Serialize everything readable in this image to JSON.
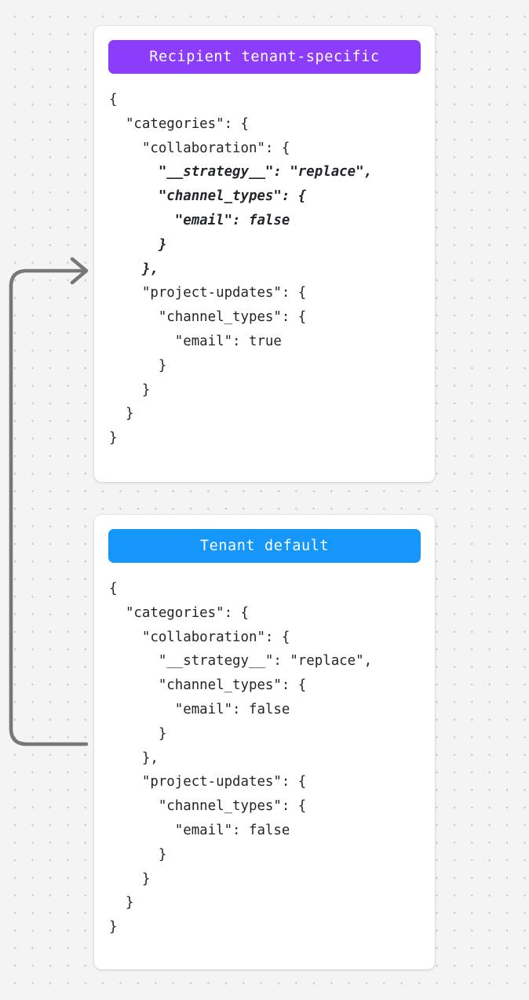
{
  "page": {
    "background_color": "#f4f4f4",
    "dot_color": "#c9c9c9"
  },
  "connector": {
    "name": "fallback-arrow",
    "color": "#777777",
    "direction": "points-right-into-recipient-card",
    "from": "Tenant default",
    "to": "Recipient tenant-specific"
  },
  "cards": [
    {
      "id": "recipient",
      "header_label": "Recipient tenant-specific",
      "header_color": "#8c3dfb",
      "code_lines": [
        {
          "text": "{",
          "emphasis": false
        },
        {
          "text": "  \"categories\": {",
          "emphasis": false
        },
        {
          "text": "    \"collaboration\": {",
          "emphasis": false
        },
        {
          "text": "      \"__strategy__\": \"replace\",",
          "emphasis": true
        },
        {
          "text": "      \"channel_types\": {",
          "emphasis": true
        },
        {
          "text": "        \"email\": false",
          "emphasis": true
        },
        {
          "text": "      }",
          "emphasis": true
        },
        {
          "text": "    },",
          "emphasis": true
        },
        {
          "text": "    \"project-updates\": {",
          "emphasis": false
        },
        {
          "text": "      \"channel_types\": {",
          "emphasis": false
        },
        {
          "text": "        \"email\": true",
          "emphasis": false
        },
        {
          "text": "      }",
          "emphasis": false
        },
        {
          "text": "    }",
          "emphasis": false
        },
        {
          "text": "  }",
          "emphasis": false
        },
        {
          "text": "}",
          "emphasis": false
        }
      ]
    },
    {
      "id": "tenant",
      "header_label": "Tenant default",
      "header_color": "#1596fb",
      "code_lines": [
        {
          "text": "{",
          "emphasis": false
        },
        {
          "text": "  \"categories\": {",
          "emphasis": false
        },
        {
          "text": "    \"collaboration\": {",
          "emphasis": false
        },
        {
          "text": "      \"__strategy__\": \"replace\",",
          "emphasis": false
        },
        {
          "text": "      \"channel_types\": {",
          "emphasis": false
        },
        {
          "text": "        \"email\": false",
          "emphasis": false
        },
        {
          "text": "      }",
          "emphasis": false
        },
        {
          "text": "    },",
          "emphasis": false
        },
        {
          "text": "    \"project-updates\": {",
          "emphasis": false
        },
        {
          "text": "      \"channel_types\": {",
          "emphasis": false
        },
        {
          "text": "        \"email\": false",
          "emphasis": false
        },
        {
          "text": "      }",
          "emphasis": false
        },
        {
          "text": "    }",
          "emphasis": false
        },
        {
          "text": "  }",
          "emphasis": false
        },
        {
          "text": "}",
          "emphasis": false
        }
      ]
    }
  ]
}
